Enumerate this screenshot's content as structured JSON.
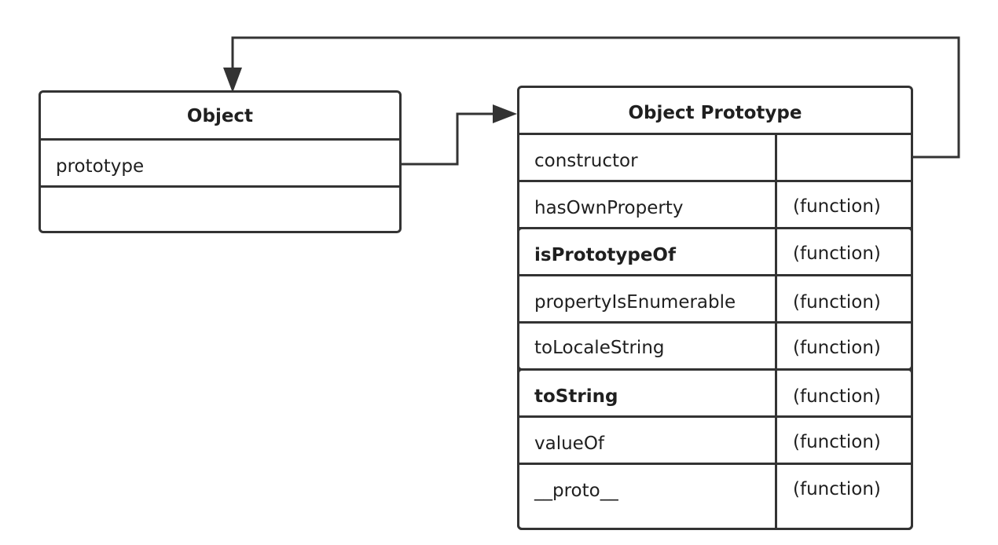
{
  "object_box": {
    "title": "Object",
    "fields": [
      {
        "name": "prototype"
      },
      {
        "name": ""
      }
    ]
  },
  "prototype_box": {
    "title": "Object Prototype",
    "rows": [
      {
        "name": "constructor",
        "value": "",
        "bold": false
      },
      {
        "name": "hasOwnProperty",
        "value": "(function)",
        "bold": false
      },
      {
        "name": "isPrototypeOf",
        "value": "(function)",
        "bold": true
      },
      {
        "name": "propertyIsEnumerable",
        "value": "(function)",
        "bold": false
      },
      {
        "name": "toLocaleString",
        "value": "(function)",
        "bold": false
      },
      {
        "name": "toString",
        "value": "(function)",
        "bold": true
      },
      {
        "name": "valueOf",
        "value": "(function)",
        "bold": false
      },
      {
        "name": "__proto__",
        "value": "(function)",
        "bold": false
      }
    ]
  },
  "colors": {
    "stroke": "#333333",
    "text": "#1f1f1f",
    "background": "#ffffff"
  }
}
